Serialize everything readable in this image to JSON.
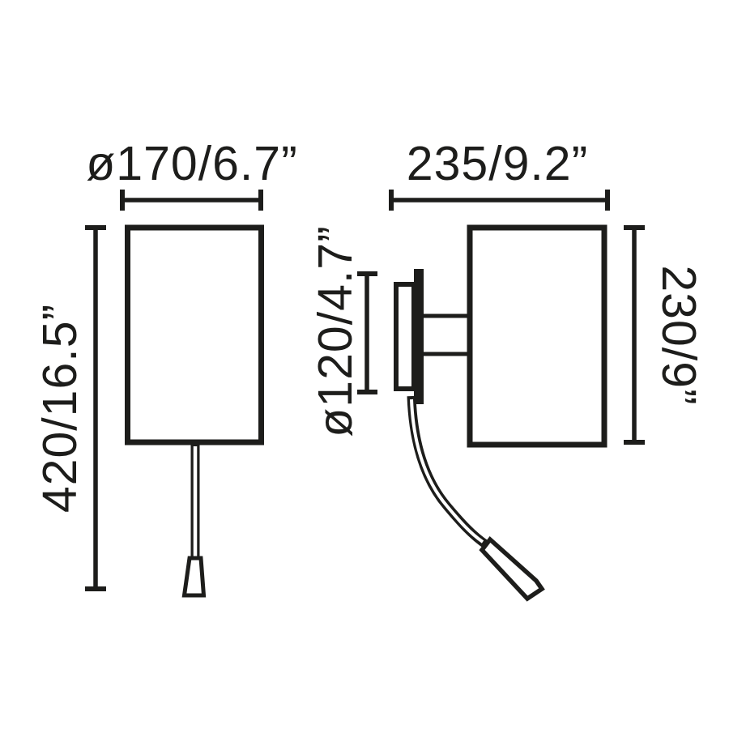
{
  "drawing": {
    "background_color": "#ffffff",
    "line_color": "#1d1d1b",
    "views": {
      "front": {
        "diameter_label": "ø170/6.7”",
        "height_label": "420/16.5”"
      },
      "side": {
        "depth_label": "235/9.2”",
        "backplate_label": "ø120/4.7”",
        "body_height_label": "230/9”"
      }
    }
  }
}
